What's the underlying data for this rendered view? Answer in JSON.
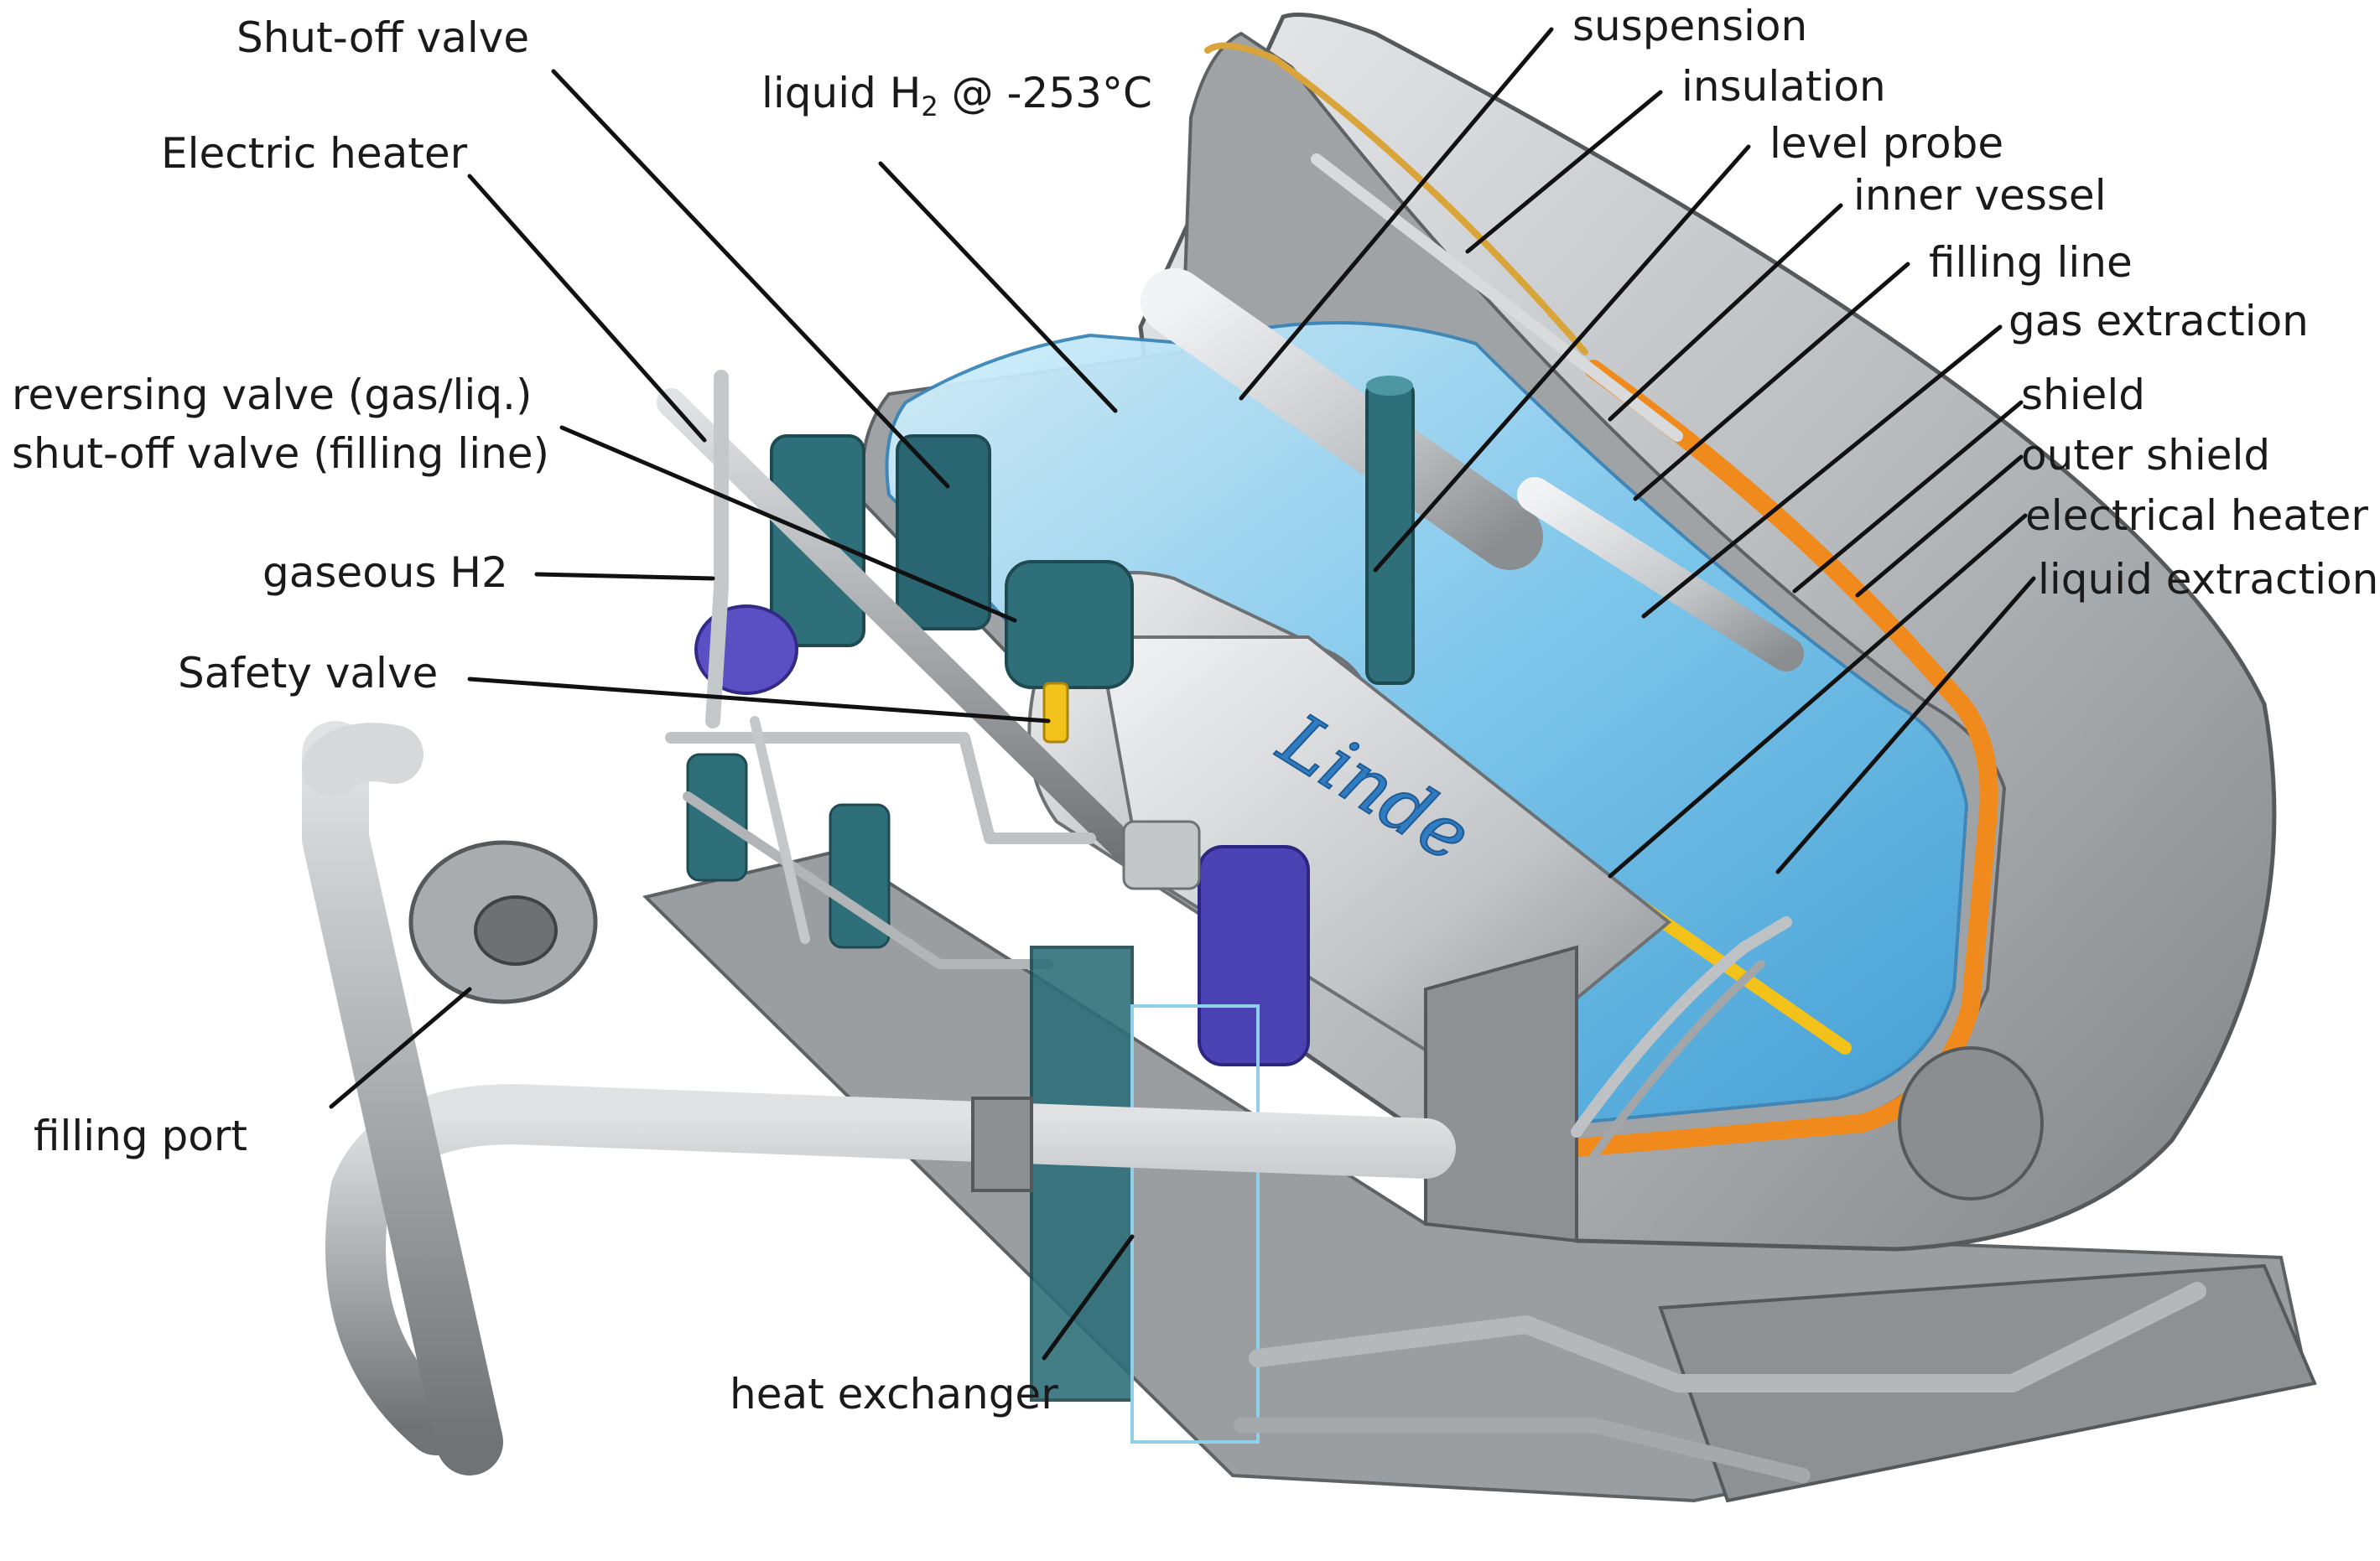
{
  "labels": {
    "shutoff_valve": "Shut-off valve",
    "electric_heater": "Electric heater",
    "liquid_h2_prefix": "liquid  H",
    "liquid_h2_sub": "2",
    "liquid_h2_suffix": " @ -253°C",
    "suspension": "suspension",
    "insulation": "insulation",
    "level_probe": "level probe",
    "inner_vessel": "inner vessel",
    "filling_line": "filling line",
    "gas_extraction": "gas extraction",
    "shield": "shield",
    "outer_shield": "outer shield",
    "electrical_heater": "electrical heater",
    "liquid_extraction": "liquid extraction",
    "reversing_valve": "reversing valve (gas/liq.)",
    "shutoff_filling": "shut-off valve (filling line)",
    "gaseous_h2": "gaseous H2",
    "safety_valve": "Safety valve",
    "filling_port": "filling port",
    "heat_exchanger": "heat exchanger"
  },
  "logo_text": "Linde",
  "colors": {
    "shell": "#b9bcbf",
    "shell_dark": "#8c9093",
    "liquid": "#7cc8ef",
    "liquid_light": "#bfe6f8",
    "insulation": "#f08a1c",
    "teal": "#2f6f7a",
    "purple": "#5b4fc4",
    "yellow": "#f2c21a",
    "pipe": "#a9acaf"
  }
}
